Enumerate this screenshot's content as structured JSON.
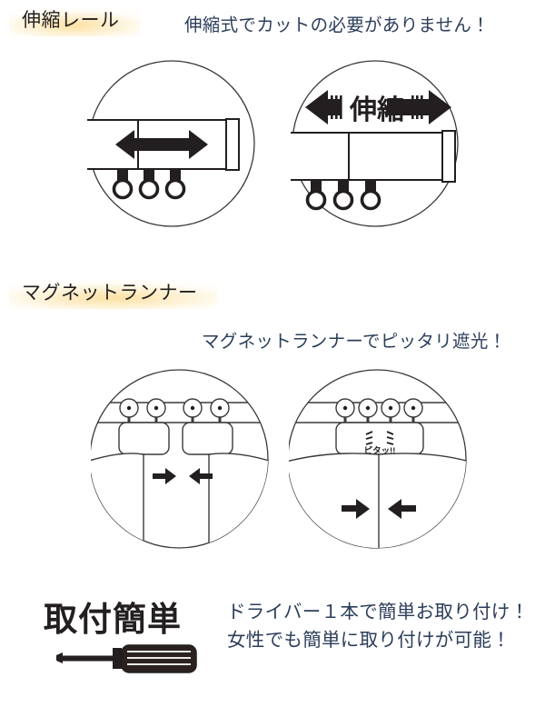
{
  "page": {
    "background": "#ffffff",
    "text_color_heading": "#231f20",
    "text_color_caption": "#2c3e5a",
    "highlight_color": "#facf6a",
    "line_color": "#3a3a3a",
    "ink_color": "#231f20"
  },
  "sections": {
    "rail": {
      "title": "伸縮レール",
      "caption": "伸縮式でカットの必要がありません！",
      "figures": [
        {
          "name": "rail-collapsed",
          "arrow": "double-horizontal",
          "runner_count": 3
        },
        {
          "name": "rail-extended",
          "banner_label": "伸縮",
          "arrow": "double-horizontal",
          "runner_count": 3
        }
      ]
    },
    "magnet": {
      "title": "マグネットランナー",
      "caption": "マグネットランナーでピッタリ遮光！",
      "figures": [
        {
          "name": "curtain-open",
          "runner_count": 4,
          "panel_count": 2,
          "arrows": "inward"
        },
        {
          "name": "curtain-closed",
          "runner_count": 4,
          "panel_count": 1,
          "arrows": "inward",
          "effect_label": "ピタッ!!"
        }
      ]
    },
    "install": {
      "title": "取付簡単",
      "caption_line1": "ドライバー１本で簡単お取り付け！",
      "caption_line2": "女性でも簡単に取り付けが可能！",
      "icon": "screwdriver-icon"
    }
  }
}
